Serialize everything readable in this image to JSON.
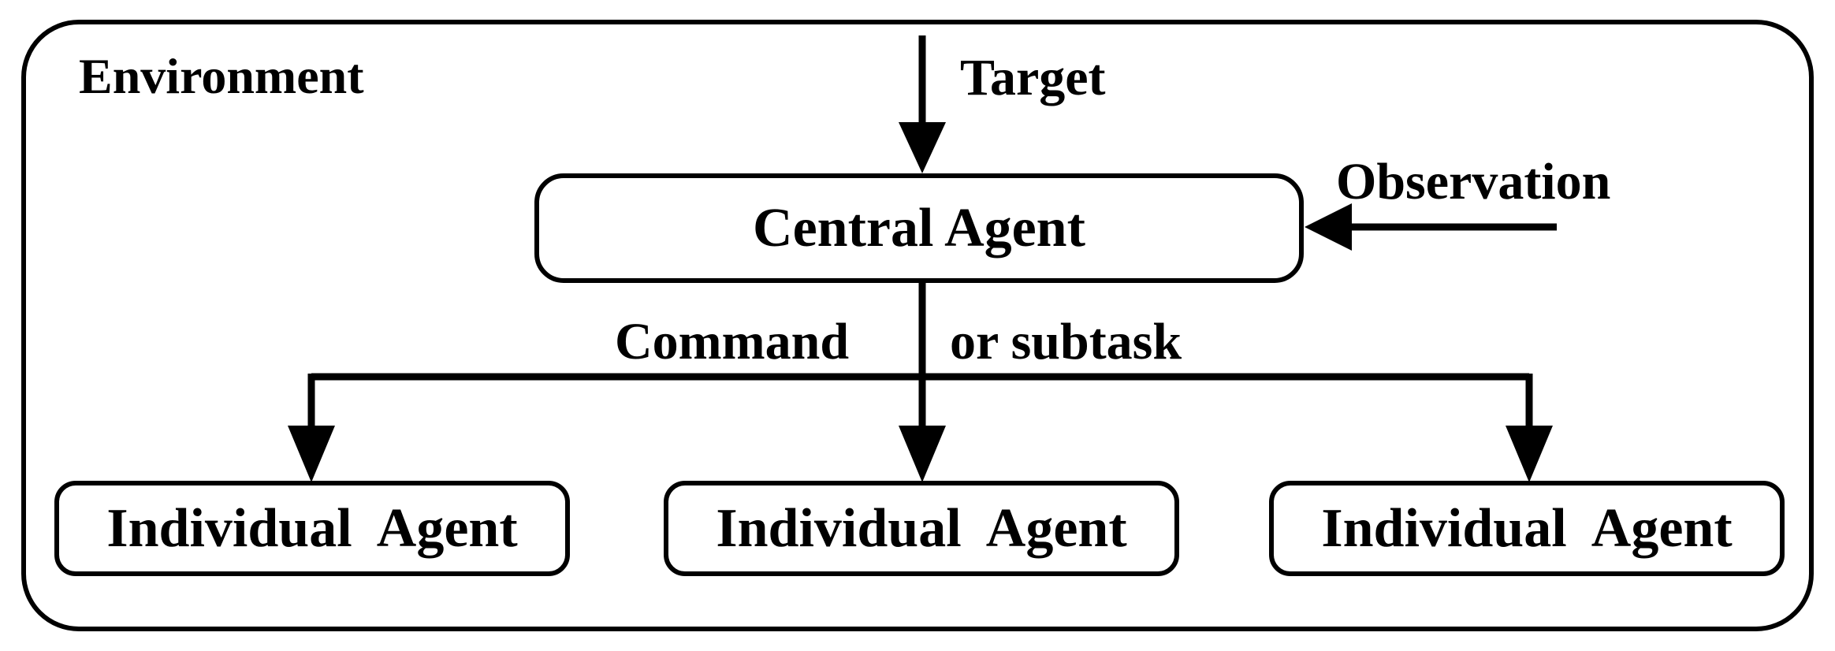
{
  "environment": {
    "label": "Environment"
  },
  "inputs": {
    "target_label": "Target",
    "observation_label": "Observation"
  },
  "central": {
    "label": "Central Agent"
  },
  "command": {
    "label_left": "Command",
    "label_right": "or subtask"
  },
  "agents": [
    {
      "label": "Individual  Agent"
    },
    {
      "label": "Individual  Agent"
    },
    {
      "label": "Individual  Agent"
    }
  ],
  "colors": {
    "stroke": "#000000",
    "background": "#ffffff"
  }
}
